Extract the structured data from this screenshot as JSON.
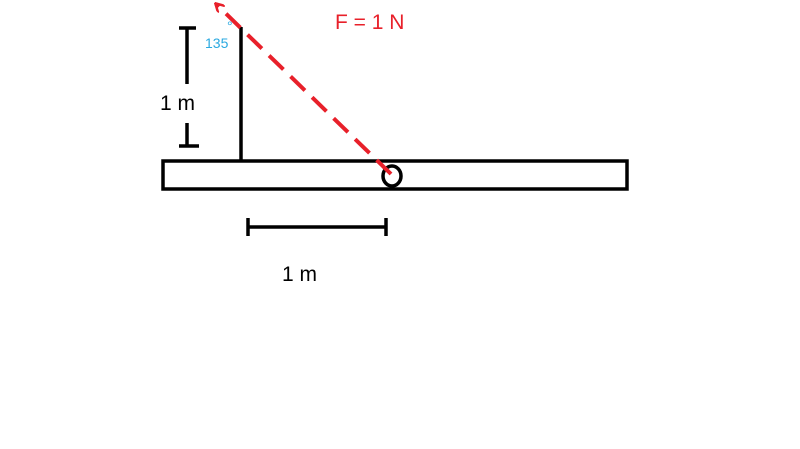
{
  "force": {
    "label": "F = 1 N",
    "color": "#e8202a"
  },
  "angle": {
    "label": "135",
    "degree_mark": "°",
    "color": "#2aa9e0"
  },
  "vertical_dimension": {
    "label": "1 m"
  },
  "horizontal_dimension": {
    "label": "1 m"
  },
  "colors": {
    "line": "#000000",
    "background": "#ffffff"
  }
}
